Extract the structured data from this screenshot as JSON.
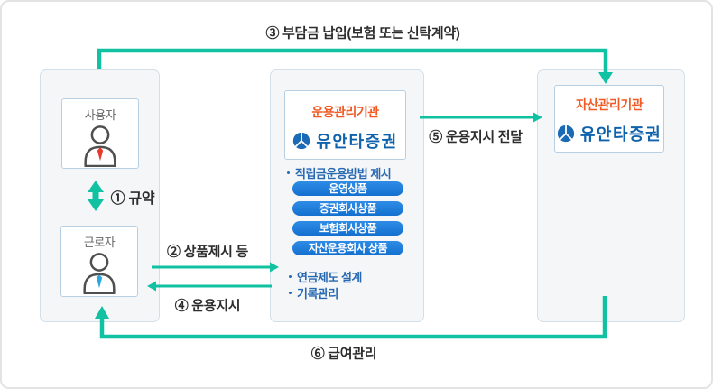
{
  "diagram_title": "DC pension operation flow",
  "flows": {
    "f1": "① 규약",
    "f2": "② 상품제시 등",
    "f3": "③ 부담금 납입(보험 또는 신탁계약)",
    "f4": "④ 운용지시",
    "f5": "⑤ 운용지시 전달",
    "f6": "⑥ 급여관리"
  },
  "left_panel": {
    "employer_card": {
      "label": "사용자"
    },
    "worker_card": {
      "label": "근로자"
    }
  },
  "middle_panel": {
    "org_type": "운용관리기관",
    "org_name": "유안타증권",
    "bullet_main": "적립금운용방법 제시",
    "pills": [
      "운영상품",
      "증권회사상품",
      "보험회사상품",
      "자산운용회사 상품"
    ],
    "bullets": [
      "연금제도 설계",
      "기록관리"
    ]
  },
  "right_panel": {
    "org_type": "자산관리기관",
    "org_name": "유안타증권"
  },
  "colors": {
    "arrow_teal": "#10c2a2",
    "org_type_orange": "#f15a24",
    "brand_blue": "#0f62ac",
    "pill_blue": "#1f7dd9",
    "bullet_text_blue": "#2668b2",
    "employer_tie_red": "#e8392b",
    "worker_tie_blue": "#2aa7df",
    "panel_fill": "#f5f6f8",
    "panel_border": "#d3dfe9"
  },
  "icons": {
    "person": "person-icon",
    "brand_logo": "yuanta-logo-icon",
    "arrowheads": "teal triangle arrowheads"
  }
}
